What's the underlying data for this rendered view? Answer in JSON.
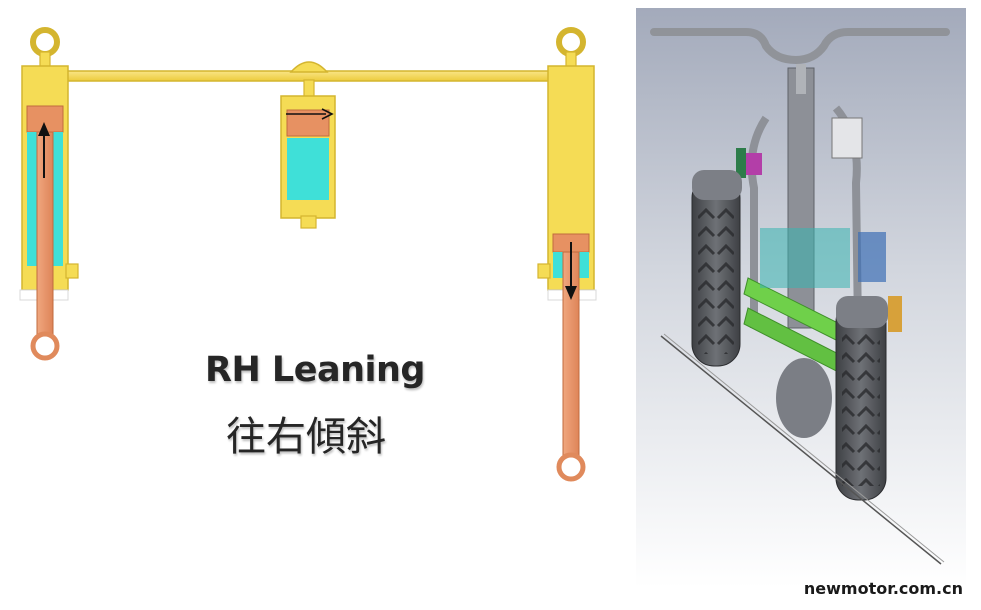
{
  "caption": {
    "english": "RH Leaning",
    "chinese": "往右傾斜"
  },
  "watermark": "newmotor.com.cn",
  "colors": {
    "cylinder_body": "#f5dc55",
    "cylinder_outline": "#d4b52f",
    "fluid": "#3fe0d8",
    "piston_rod": "#e8956a",
    "rod_outline": "#c06b3e",
    "render_bg_top": "#a9b0bf",
    "frame_green": "#6fd04a",
    "frame_grey": "#9a9ea6",
    "tire": "#585a5e"
  },
  "icons": {
    "left_rod_arrow": "arrow-up-icon",
    "right_rod_arrow": "arrow-down-icon",
    "accumulator_arrow": "arrow-right-icon"
  }
}
